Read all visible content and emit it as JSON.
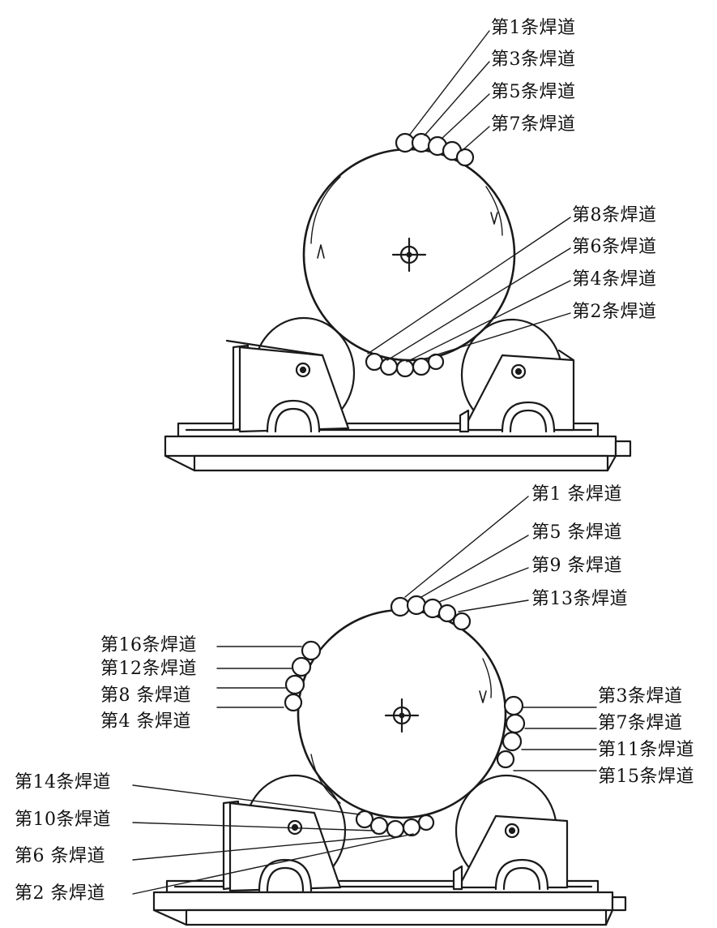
{
  "colors": {
    "ink": "#1a1a1a",
    "paper": "#ffffff"
  },
  "figure_a": {
    "labels": {
      "pass_1": "第1条焊道",
      "pass_3": "第3条焊道",
      "pass_5": "第5条焊道",
      "pass_7": "第7条焊道",
      "pass_8": "第8条焊道",
      "pass_6": "第6条焊道",
      "pass_4": "第4条焊道",
      "pass_2": "第2条焊道"
    }
  },
  "figure_b": {
    "labels": {
      "pass_1": "第1 条焊道",
      "pass_5": "第5 条焊道",
      "pass_9": "第9 条焊道",
      "pass_13": "第13条焊道",
      "pass_16": "第16条焊道",
      "pass_12": "第12条焊道",
      "pass_8": "第8 条焊道",
      "pass_4": "第4 条焊道",
      "pass_3": "第3条焊道",
      "pass_7": "第7条焊道",
      "pass_11": "第11条焊道",
      "pass_15": "第15条焊道",
      "pass_14": "第14条焊道",
      "pass_10": "第10条焊道",
      "pass_6": "第6 条焊道",
      "pass_2": "第2 条焊道"
    }
  }
}
